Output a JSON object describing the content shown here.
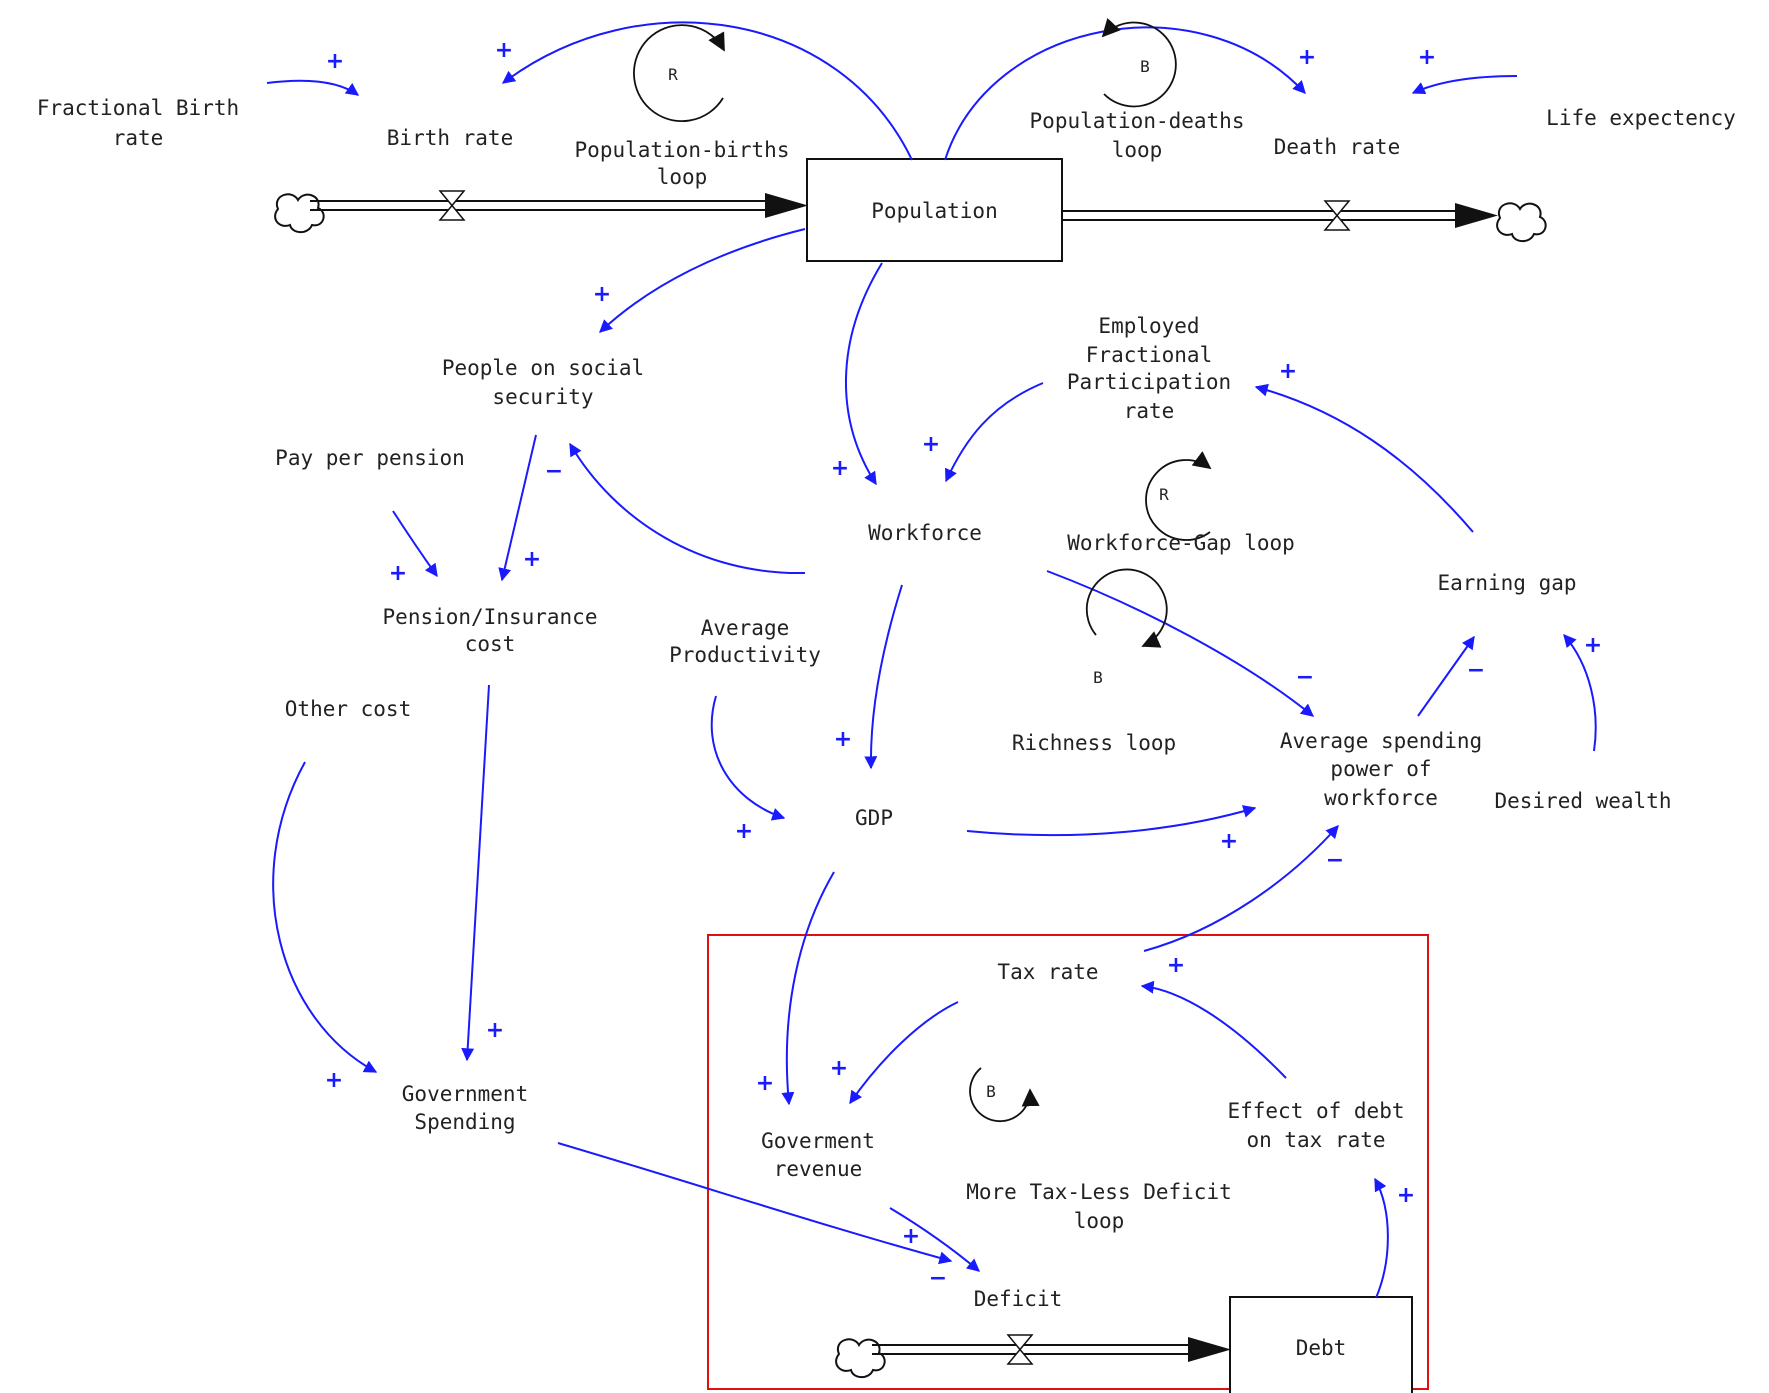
{
  "diagram": {
    "variables": {
      "fractional_birth_rate": [
        "Fractional Birth",
        "rate"
      ],
      "birth_rate": [
        "Birth rate"
      ],
      "death_rate": [
        "Death rate"
      ],
      "life_expectancy": [
        "Life expectency"
      ],
      "population": [
        "Population"
      ],
      "people_on_social_security": [
        "People on social",
        "security"
      ],
      "pay_per_pension": [
        "Pay per pension"
      ],
      "pension_insurance_cost": [
        "Pension/Insurance",
        "cost"
      ],
      "other_cost": [
        "Other cost"
      ],
      "government_spending": [
        "Government",
        "Spending"
      ],
      "employed_fractional_participation_rate": [
        "Employed",
        "Fractional",
        "Participation",
        "rate"
      ],
      "workforce": [
        "Workforce"
      ],
      "average_productivity": [
        "Average",
        "Productivity"
      ],
      "gdp": [
        "GDP"
      ],
      "earning_gap": [
        "Earning gap"
      ],
      "average_spending_power": [
        "Average spending",
        "power of",
        "workforce"
      ],
      "desired_wealth": [
        "Desired wealth"
      ],
      "tax_rate": [
        "Tax rate"
      ],
      "goverment_revenue": [
        "Goverment",
        "revenue"
      ],
      "effect_of_debt_on_tax_rate": [
        "Effect of debt",
        "on tax rate"
      ],
      "deficit": [
        "Deficit"
      ],
      "debt": [
        "Debt"
      ]
    },
    "loops": {
      "population_births": {
        "symbol": "R",
        "name": [
          "Population-births",
          "loop"
        ]
      },
      "population_deaths": {
        "symbol": "B",
        "name": [
          "Population-deaths",
          "loop"
        ]
      },
      "workforce_gap": {
        "symbol": "R",
        "name": [
          "Workforce-Gap loop"
        ]
      },
      "richness": {
        "symbol": "B",
        "name": [
          "Richness loop"
        ]
      },
      "more_tax_less_deficit": {
        "symbol": "B",
        "name": [
          "More Tax-Less Deficit",
          "loop"
        ]
      }
    },
    "polarity": {
      "plus": "+",
      "minus": "−"
    },
    "links": [
      {
        "id": "fbr-br",
        "from": "fractional_birth_rate",
        "to": "birth_rate",
        "sign": "plus"
      },
      {
        "id": "pop-br",
        "from": "population",
        "to": "birth_rate",
        "sign": "plus"
      },
      {
        "id": "pop-dr",
        "from": "population",
        "to": "death_rate",
        "sign": "plus"
      },
      {
        "id": "le-dr",
        "from": "life_expectancy",
        "to": "death_rate",
        "sign": "plus"
      },
      {
        "id": "pop-poss",
        "from": "population",
        "to": "people_on_social_security",
        "sign": "plus"
      },
      {
        "id": "pop-wf",
        "from": "population",
        "to": "workforce",
        "sign": "plus"
      },
      {
        "id": "wf-poss",
        "from": "workforce",
        "to": "people_on_social_security",
        "sign": "minus"
      },
      {
        "id": "poss-pic",
        "from": "people_on_social_security",
        "to": "pension_insurance_cost",
        "sign": "plus"
      },
      {
        "id": "ppp-pic",
        "from": "pay_per_pension",
        "to": "pension_insurance_cost",
        "sign": "plus"
      },
      {
        "id": "pic-gs",
        "from": "pension_insurance_cost",
        "to": "government_spending",
        "sign": "plus"
      },
      {
        "id": "oc-gs",
        "from": "other_cost",
        "to": "government_spending",
        "sign": "plus"
      },
      {
        "id": "efpr-wf",
        "from": "employed_fractional_participation_rate",
        "to": "workforce",
        "sign": "plus"
      },
      {
        "id": "eg-efpr",
        "from": "earning_gap",
        "to": "employed_fractional_participation_rate",
        "sign": "plus"
      },
      {
        "id": "wf-gdp",
        "from": "workforce",
        "to": "gdp",
        "sign": "plus"
      },
      {
        "id": "wf-asp",
        "from": "workforce",
        "to": "average_spending_power",
        "sign": "minus"
      },
      {
        "id": "ap-gdp",
        "from": "average_productivity",
        "to": "gdp",
        "sign": "plus"
      },
      {
        "id": "gdp-asp",
        "from": "gdp",
        "to": "average_spending_power",
        "sign": "plus"
      },
      {
        "id": "asp-eg",
        "from": "average_spending_power",
        "to": "earning_gap",
        "sign": "minus"
      },
      {
        "id": "dw-eg",
        "from": "desired_wealth",
        "to": "earning_gap",
        "sign": "plus"
      },
      {
        "id": "tr-asp",
        "from": "tax_rate",
        "to": "average_spending_power",
        "sign": "minus"
      },
      {
        "id": "gdp-gr",
        "from": "gdp",
        "to": "goverment_revenue",
        "sign": "plus"
      },
      {
        "id": "tr-gr",
        "from": "tax_rate",
        "to": "goverment_revenue",
        "sign": "plus"
      },
      {
        "id": "gs-def",
        "from": "government_spending",
        "to": "deficit",
        "sign": "plus"
      },
      {
        "id": "gr-def",
        "from": "goverment_revenue",
        "to": "deficit",
        "sign": "minus"
      },
      {
        "id": "debt-edtr",
        "from": "debt",
        "to": "effect_of_debt_on_tax_rate",
        "sign": "plus"
      },
      {
        "id": "edtr-tr",
        "from": "effect_of_debt_on_tax_rate",
        "to": "tax_rate",
        "sign": "plus"
      }
    ],
    "colors": {
      "link": "#1a1aff",
      "highlight": "#e01010",
      "ink": "#111111"
    }
  }
}
